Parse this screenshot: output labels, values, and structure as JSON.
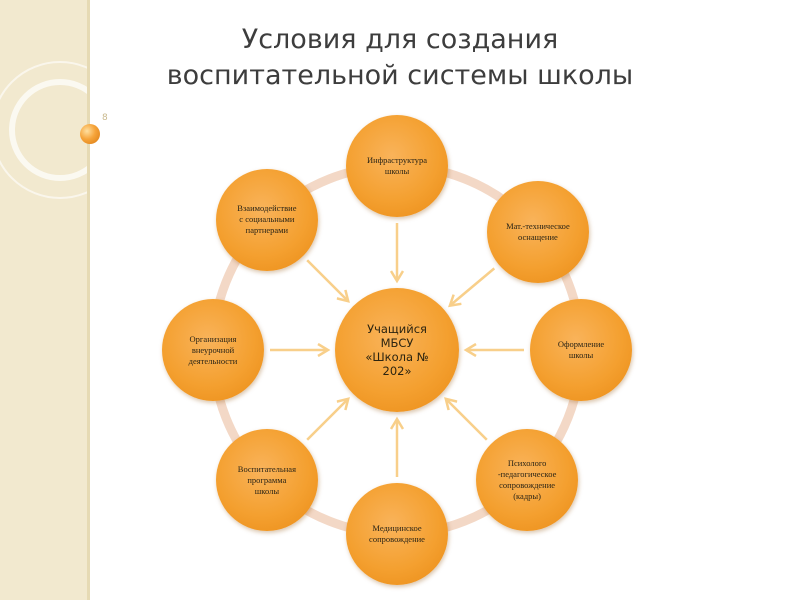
{
  "slide": {
    "title_line1": "Условия для создания",
    "title_line2": "воспитательной системы школы",
    "side_mark": "8"
  },
  "diagram": {
    "center": {
      "label": "Учащийся\nМБСУ\n«Школа №\n202»"
    },
    "nodes": [
      {
        "id": "infrastructure",
        "label": "Инфраструктура\nшколы"
      },
      {
        "id": "equipment",
        "label": "Мат.-техническое\nоснащение"
      },
      {
        "id": "design",
        "label": "Оформление\nшколы"
      },
      {
        "id": "psych",
        "label": "Психолого\n-педагогическое\nсопровождение\n(кадры)"
      },
      {
        "id": "medical",
        "label": "Медицинское\nсопровождение"
      },
      {
        "id": "program",
        "label": "Воспитательная\nпрограмма\nшколы"
      },
      {
        "id": "extracurricular",
        "label": "Организация\nвнеурочной\nдеятельности"
      },
      {
        "id": "partners",
        "label": "Взаимодействие\nс социальными\nпартнерами"
      }
    ],
    "colors": {
      "node_fill": "#f4a030",
      "ring": "#f3d8c6",
      "arrow": "#f8cf8a"
    }
  }
}
